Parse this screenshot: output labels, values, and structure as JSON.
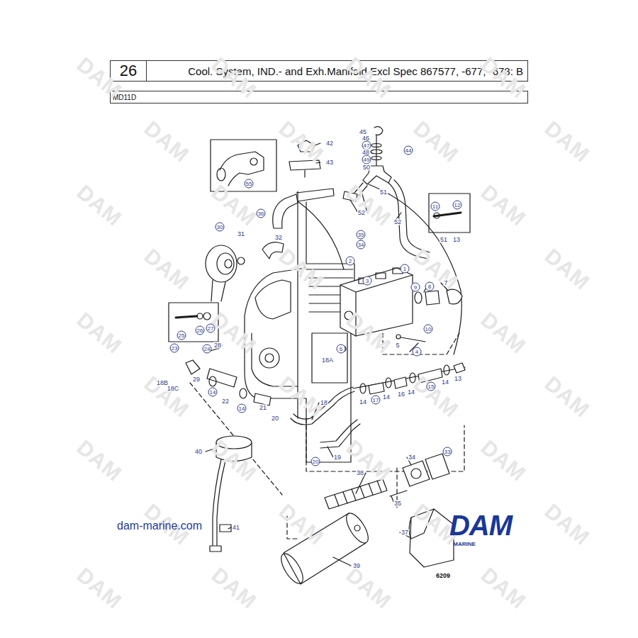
{
  "diagram": {
    "title": "Cool. System, IND.- and Exh.Manifold Excl Spec 867577, -677, -678: B",
    "nodes": [
      {
        "text": [
          "26"
        ]
      },
      {
        "text": [
          "Cool. System, IND.- and Exh.Manifold Excl Spec 867577, -677, -678: B"
        ]
      },
      {
        "text": [
          "MD11D"
        ]
      }
    ],
    "labels": [
      "45",
      "46",
      "47",
      "48",
      "49",
      "50",
      "44",
      "42",
      "43",
      "55",
      "51",
      "52",
      "36",
      "30",
      "31",
      "32",
      "35",
      "34",
      "11",
      "12",
      "52",
      "51",
      "13",
      "2",
      "1",
      "3",
      "9",
      "8",
      "7",
      "10",
      "6",
      "5",
      "4",
      "25",
      "26",
      "27",
      "23",
      "24",
      "28",
      "18A",
      "18B",
      "18C",
      "29",
      "14",
      "22",
      "14",
      "21",
      "20",
      "18",
      "14",
      "17",
      "14",
      "16",
      "14",
      "15",
      "14",
      "13",
      "19",
      "20",
      "40",
      "41",
      "38",
      "34",
      "33",
      "35",
      "39",
      "37",
      "dam-marine.com",
      "DAM",
      "MARINE",
      "6209",
      "DAM",
      "DAM",
      "DAM",
      "DAM",
      "DAM",
      "DAM",
      "DAM",
      "DAM",
      "DAM",
      "DAM",
      "DAM",
      "DAM",
      "DAM",
      "DAM",
      "DAM",
      "DAM",
      "DAM",
      "DAM",
      "DAM",
      "DAM",
      "DAM",
      "DAM",
      "DAM",
      "DAM",
      "DAM",
      "DAM",
      "DAM",
      "DAM",
      "DAM",
      "DAM",
      "DAM",
      "DAM",
      "DAM",
      "DAM",
      "DAM",
      "DAM"
    ]
  }
}
